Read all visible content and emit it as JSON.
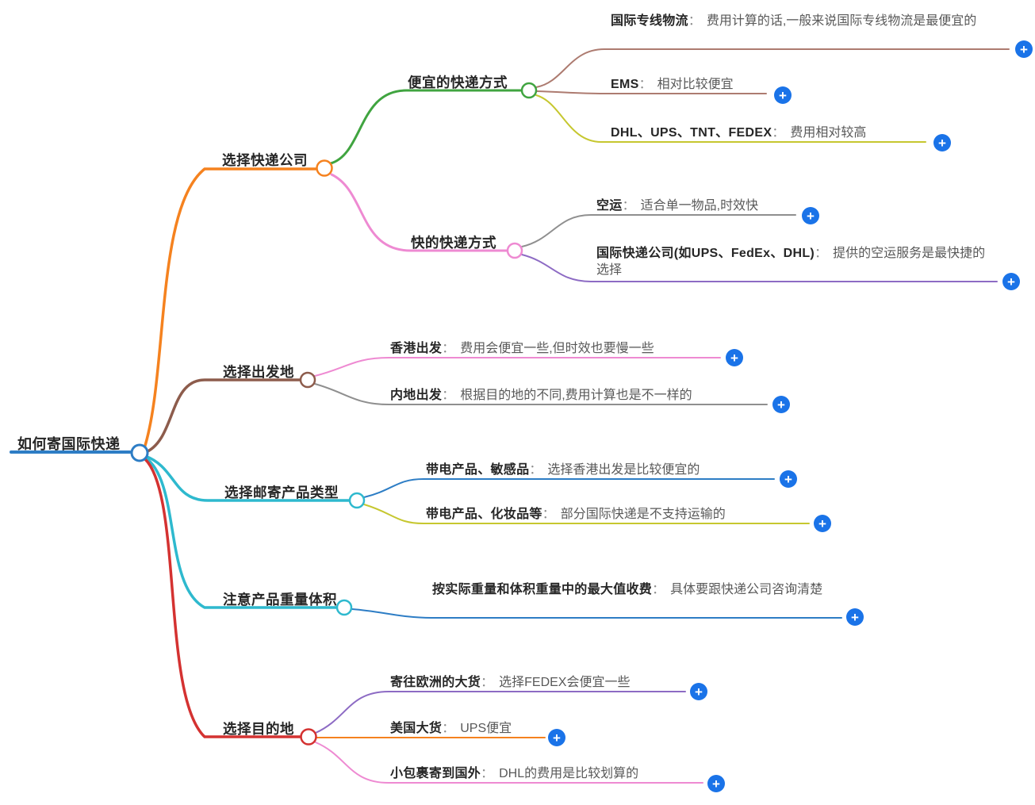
{
  "palette": {
    "blue": "#2d7dc5",
    "plus_blue": "#1a73e8",
    "orange": "#f5821f",
    "green": "#40a440",
    "pink": "#ee8ad2",
    "brown": "#8d5c4c",
    "brown_light": "#ad7b70",
    "yellow": "#c6c72f",
    "gray": "#8f8f8f",
    "purple": "#8d6bc4",
    "cyan": "#2eb9ce",
    "red": "#d43231"
  },
  "icons": {
    "plus": "+"
  },
  "root": {
    "label": "如何寄国际快递"
  },
  "branches": [
    {
      "label": "选择快递公司",
      "children": [
        {
          "label": "便宜的快递方式",
          "children": [
            {
              "head": "国际专线物流",
              "sep": "：",
              "desc": "费用计算的话,一般来说国际专线物流是最便宜的"
            },
            {
              "head": "EMS",
              "sep": "：",
              "desc": "相对比较便宜"
            },
            {
              "head": "DHL、UPS、TNT、FEDEX",
              "sep": "：",
              "desc": "费用相对较高"
            }
          ]
        },
        {
          "label": "快的快递方式",
          "children": [
            {
              "head": "空运",
              "sep": "：",
              "desc": "适合单一物品,时效快"
            },
            {
              "head": "国际快递公司(如UPS、FedEx、DHL)",
              "sep": "：",
              "desc": "提供的空运服务是最快捷的选择"
            }
          ]
        }
      ]
    },
    {
      "label": "选择出发地",
      "children": [
        {
          "head": "香港出发",
          "sep": "：",
          "desc": "费用会便宜一些,但时效也要慢一些"
        },
        {
          "head": "内地出发",
          "sep": "：",
          "desc": "根据目的地的不同,费用计算也是不一样的"
        }
      ]
    },
    {
      "label": "选择邮寄产品类型",
      "children": [
        {
          "head": "带电产品、敏感品",
          "sep": "：",
          "desc": "选择香港出发是比较便宜的"
        },
        {
          "head": "带电产品、化妆品等",
          "sep": "：",
          "desc": "部分国际快递是不支持运输的"
        }
      ]
    },
    {
      "label": "注意产品重量体积",
      "children": [
        {
          "head": "按实际重量和体积重量中的最大值收费",
          "sep": "：",
          "desc": "具体要跟快递公司咨询清楚"
        }
      ]
    },
    {
      "label": "选择目的地",
      "children": [
        {
          "head": "寄往欧洲的大货",
          "sep": "：",
          "desc": "选择FEDEX会便宜一些"
        },
        {
          "head": "美国大货",
          "sep": "：",
          "desc": "UPS便宜"
        },
        {
          "head": "小包裹寄到国外",
          "sep": "：",
          "desc": "DHL的费用是比较划算的"
        }
      ]
    }
  ]
}
